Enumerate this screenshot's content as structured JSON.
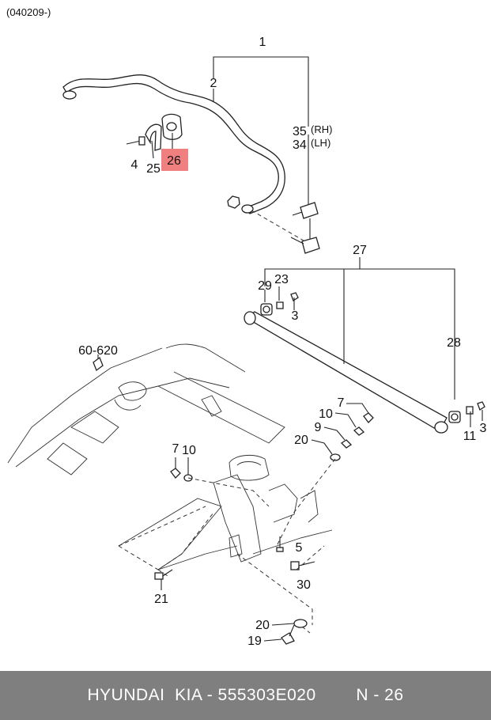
{
  "header": {
    "code": "(040209-)"
  },
  "highlight_color": "#f08080",
  "callouts": {
    "c1": "1",
    "c2": "2",
    "c35": "35",
    "c35_side": "(RH)",
    "c34": "34",
    "c34_side": "(LH)",
    "c4": "4",
    "c25": "25",
    "c26": "26",
    "c27": "27",
    "c29": "29",
    "c23": "23",
    "c3a": "3",
    "c28": "28",
    "c7a": "7",
    "c10a": "10",
    "c9": "9",
    "c20a": "20",
    "c11": "11",
    "c3b": "3",
    "c60": "60-620",
    "c7b": "7",
    "c10b": "10",
    "c5": "5",
    "c30": "30",
    "c21": "21",
    "c20b": "20",
    "c19": "19"
  },
  "footer": {
    "brand": "HYUNDAI  KIA - 555303E020",
    "position": "N - 26"
  }
}
